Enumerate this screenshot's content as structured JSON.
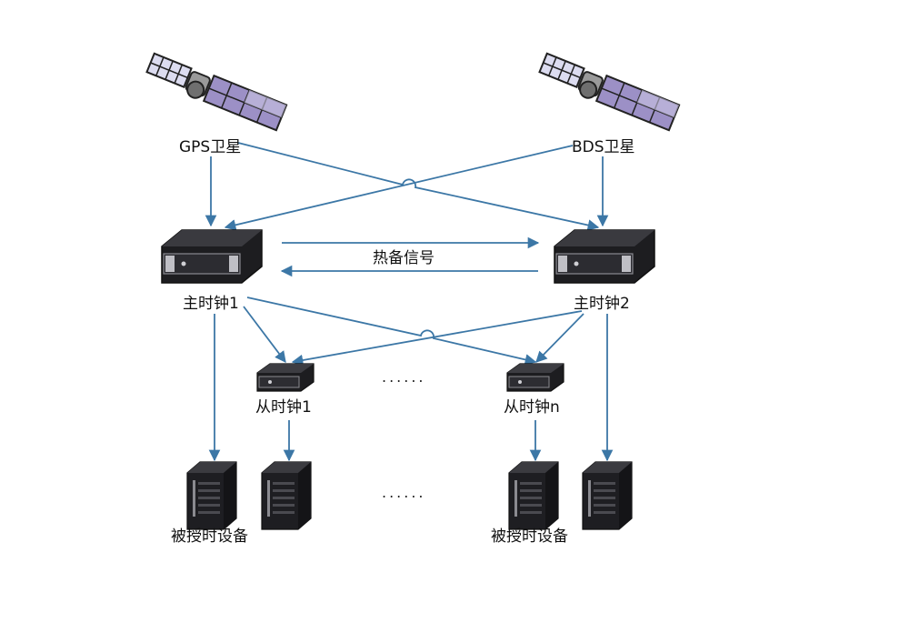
{
  "labels": {
    "gps_sat": "GPS卫星",
    "bds_sat": "BDS卫星",
    "hot_standby": "热备信号",
    "master1": "主时钟1",
    "master2": "主时钟2",
    "slave1": "从时钟1",
    "slaven": "从时钟n",
    "timed_device_left": "被授时设备",
    "timed_device_right": "被授时设备",
    "ellipsis_mid": "......",
    "ellipsis_bottom": "......"
  },
  "colors": {
    "line": "#3c77a6",
    "device_dark": "#1d1d20",
    "device_face": "#2a2a2e",
    "panel_purple": "#9c90c6",
    "panel_light": "#dcdcf0"
  }
}
